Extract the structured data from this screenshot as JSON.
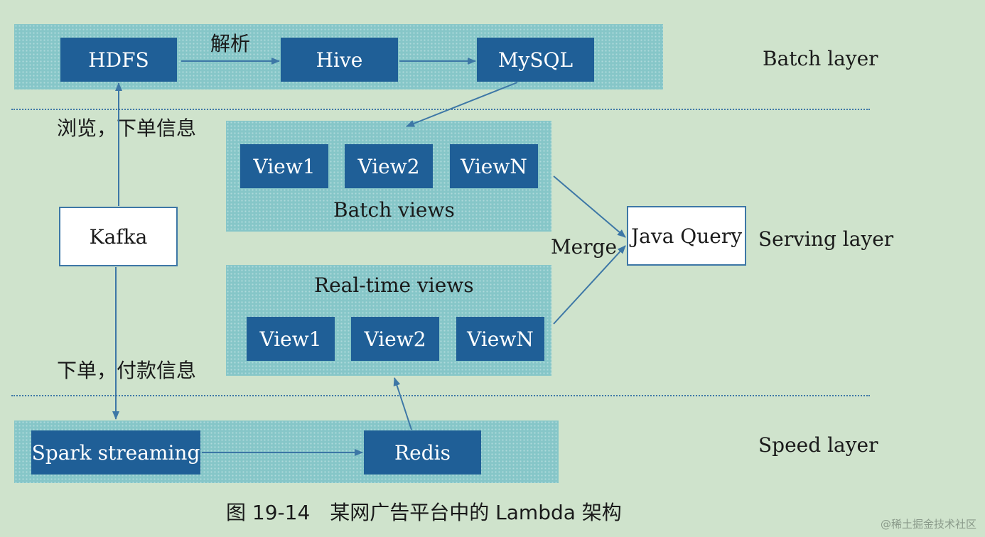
{
  "layers": {
    "batch": "Batch layer",
    "serving": "Serving layer",
    "speed": "Speed layer"
  },
  "batch_layer": {
    "hdfs": "HDFS",
    "parse_label": "解析",
    "hive": "Hive",
    "mysql": "MySQL"
  },
  "batch_views": {
    "title": "Batch views",
    "items": [
      "View1",
      "View2",
      "ViewN"
    ]
  },
  "realtime_views": {
    "title": "Real-time views",
    "items": [
      "View1",
      "View2",
      "ViewN"
    ]
  },
  "kafka": "Kafka",
  "browse_order_label": "浏览，下单信息",
  "order_payment_label": "下单，付款信息",
  "java_query": "Java Query",
  "merge_label": "Merge",
  "speed_layer": {
    "spark": "Spark streaming",
    "redis": "Redis"
  },
  "caption": "图 19-14　某网广告平台中的 Lambda 架构",
  "watermark": "@稀土掘金技术社区",
  "colors": {
    "background": "#cfe3cc",
    "band": "#86c6c8",
    "node": "#1f5f97",
    "arrow": "#3d77a6"
  }
}
